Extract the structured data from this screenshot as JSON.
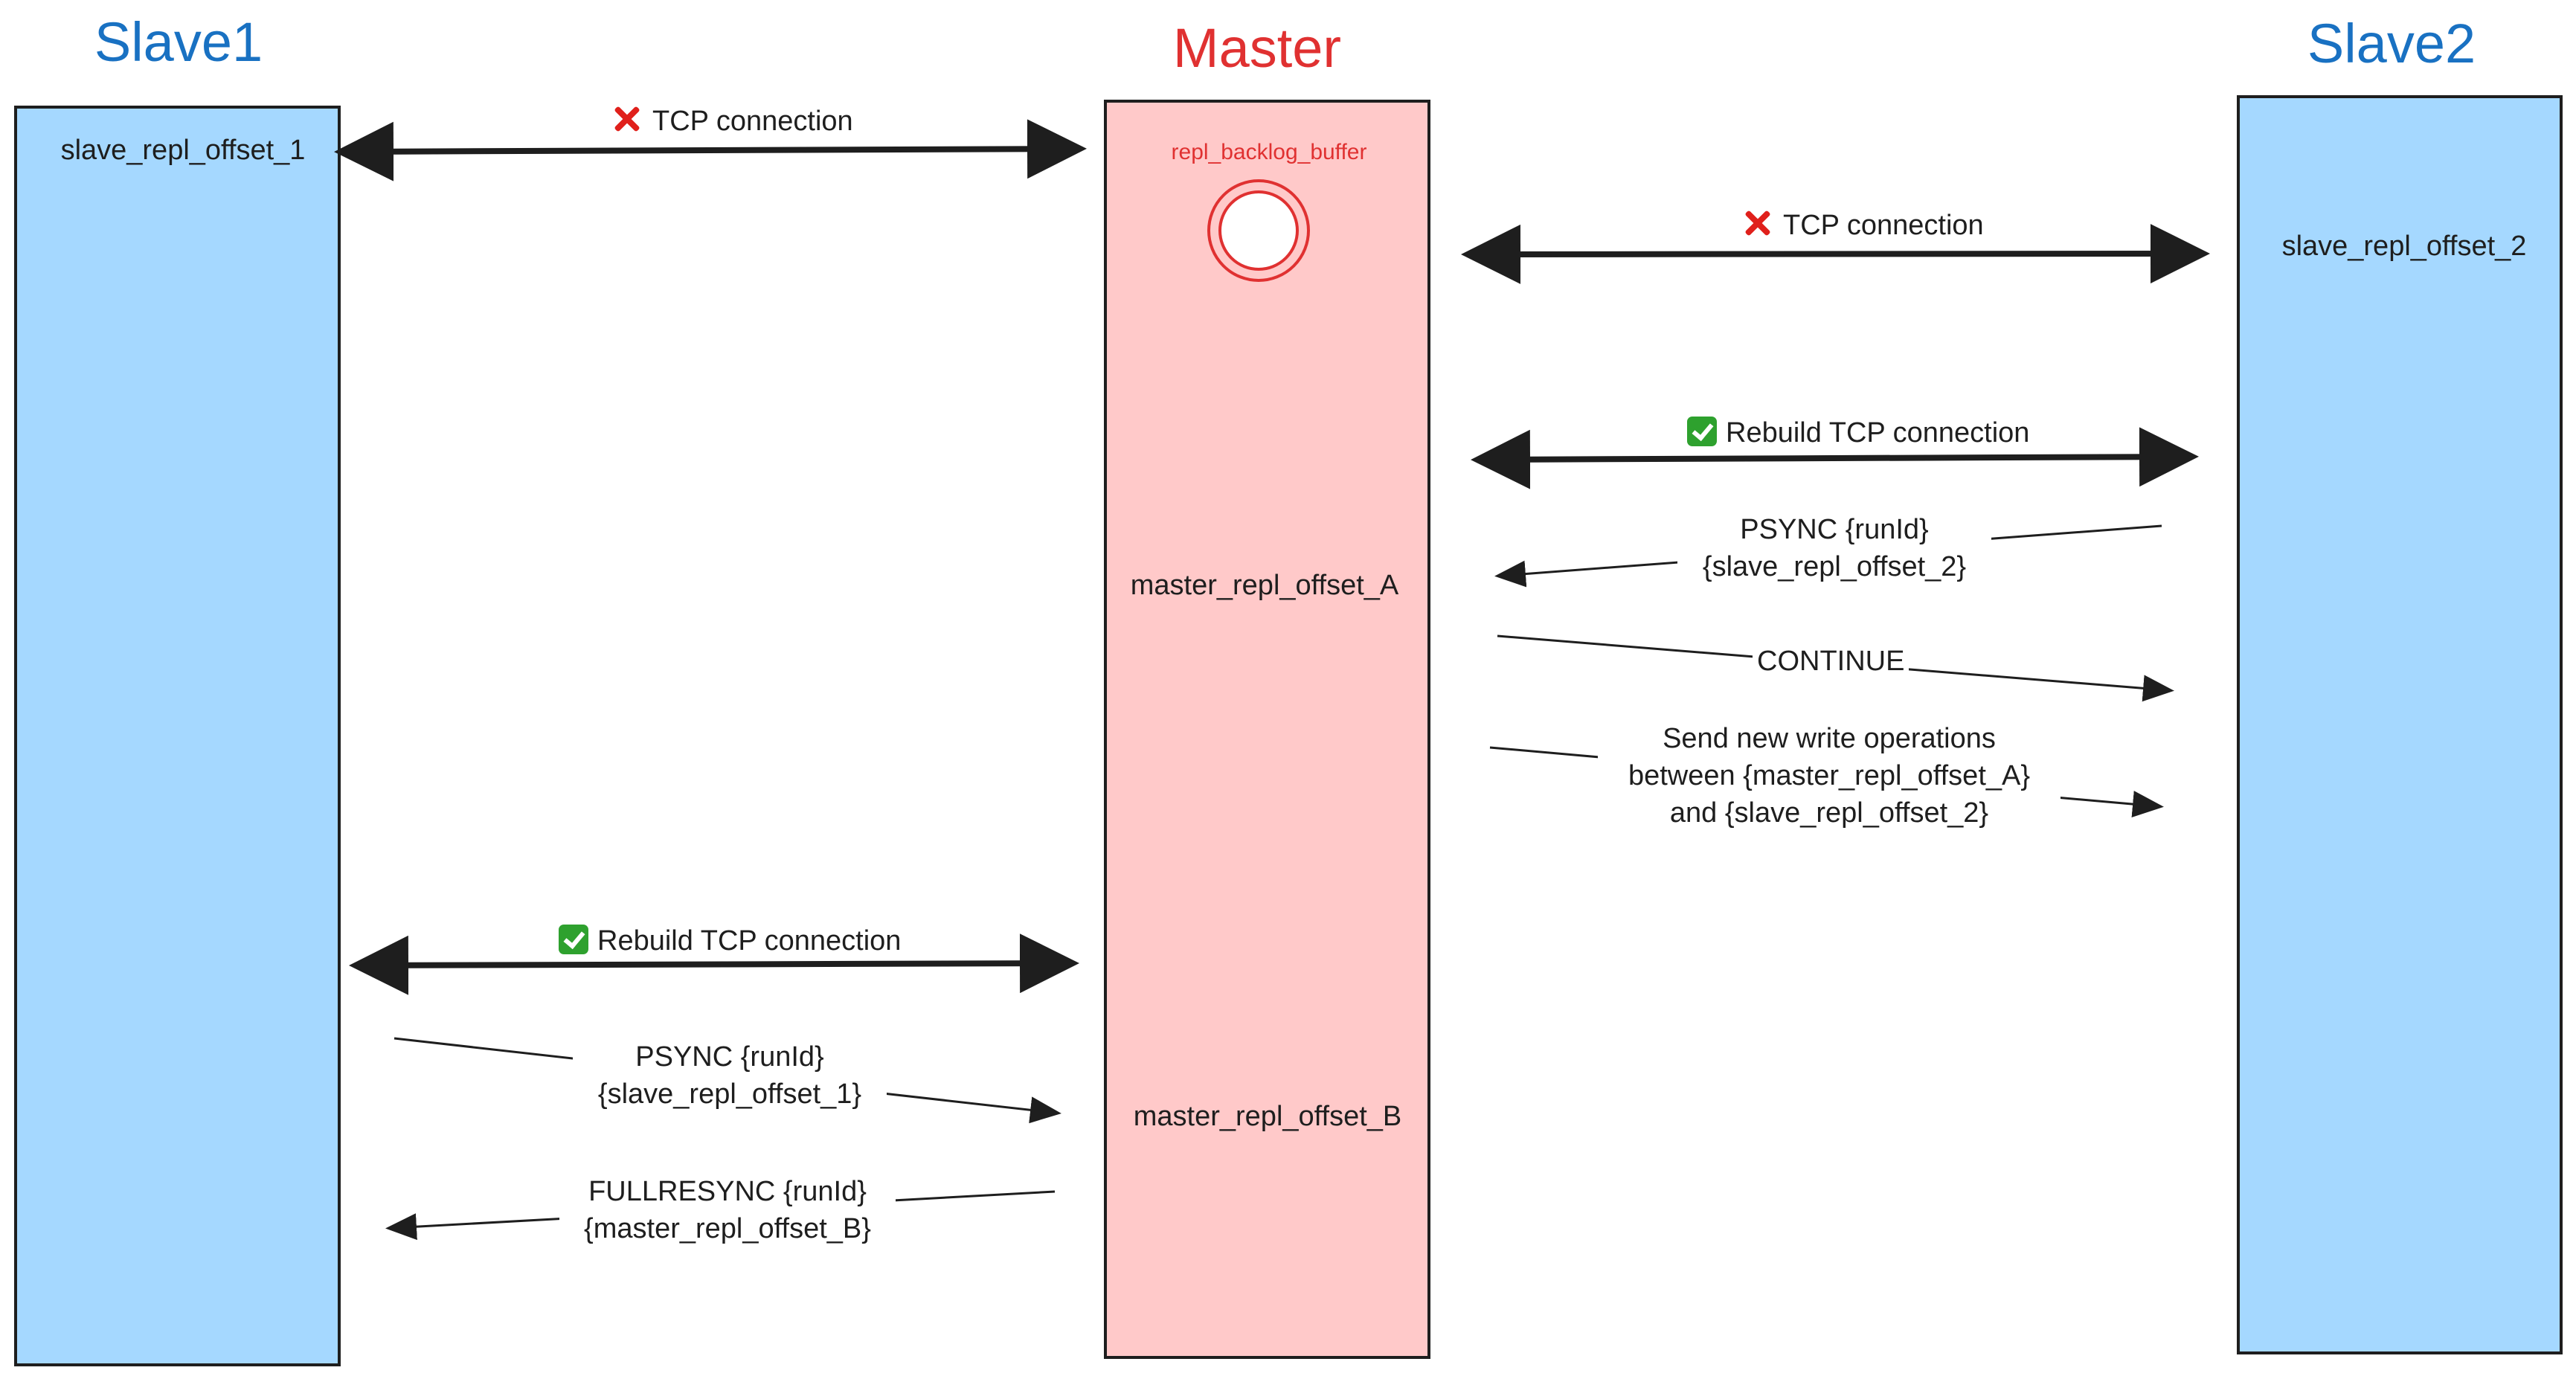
{
  "colors": {
    "slave_fill": "#a5d8ff",
    "master_fill": "#ffc9c9",
    "slave_title": "#1971c2",
    "master_title": "#e03131",
    "stroke": "#1e1e1e",
    "error_icon": "#e0201b",
    "check_icon": "#2ea12e"
  },
  "slave1": {
    "title": "Slave1",
    "offset": "slave_repl_offset_1"
  },
  "master": {
    "title": "Master",
    "buffer_label": "repl_backlog_buffer",
    "offset_a": "master_repl_offset_A",
    "offset_b": "master_repl_offset_B"
  },
  "slave2": {
    "title": "Slave2",
    "offset": "slave_repl_offset_2"
  },
  "messages": {
    "s1_tcp_lost": {
      "icon": "cross-mark-icon",
      "text": "TCP connection"
    },
    "s2_tcp_lost": {
      "icon": "cross-mark-icon",
      "text": "TCP connection"
    },
    "s2_rebuild": {
      "icon": "check-mark-icon",
      "text": "Rebuild TCP connection"
    },
    "s2_psync": {
      "line1": "PSYNC {runId}",
      "line2": "{slave_repl_offset_2}"
    },
    "s2_continue": {
      "text": "CONTINUE"
    },
    "s2_send": {
      "line1": "Send new write operations",
      "line2": "between {master_repl_offset_A}",
      "line3": "and {slave_repl_offset_2}"
    },
    "s1_rebuild": {
      "icon": "check-mark-icon",
      "text": "Rebuild TCP connection"
    },
    "s1_psync": {
      "line1": "PSYNC {runId}",
      "line2": "{slave_repl_offset_1}"
    },
    "s1_fullresync": {
      "line1": "FULLRESYNC {runId}",
      "line2": "{master_repl_offset_B}"
    }
  }
}
